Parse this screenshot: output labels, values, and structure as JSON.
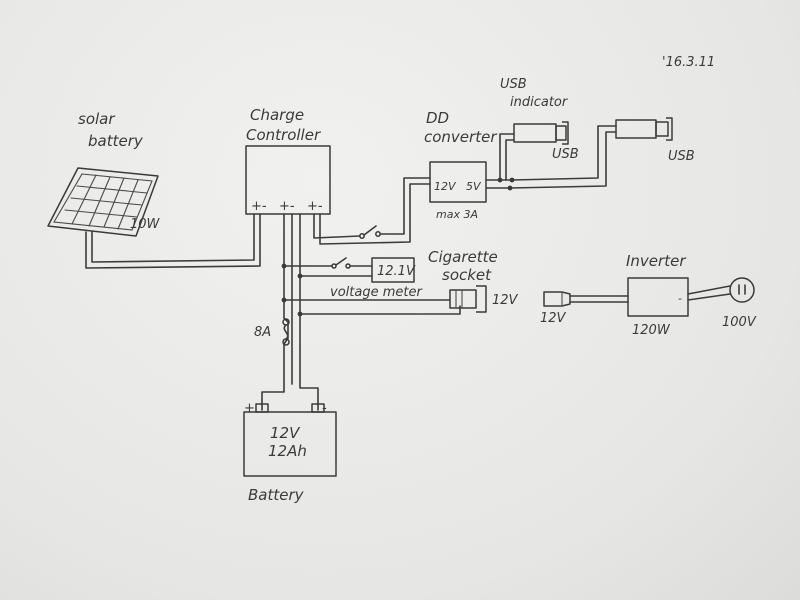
{
  "date": "'16.3.11",
  "solar": {
    "title_line1": "solar",
    "title_line2": "battery",
    "rating": "10W"
  },
  "controller": {
    "title_line1": "Charge",
    "title_line2": "Controller",
    "terminals": [
      "+-",
      "+-",
      "+-"
    ]
  },
  "dd_converter": {
    "title_line1": "DD",
    "title_line2": "converter",
    "in_label": "12V",
    "out_label": "5V",
    "max_label": "max 3A"
  },
  "usb_indicator": {
    "title_line1": "USB",
    "title_line2": "indicator",
    "usb1_label": "USB",
    "usb2_label": "USB"
  },
  "meter": {
    "reading": "12.1V",
    "caption": "voltage meter"
  },
  "cigarette": {
    "title_line1": "Cigarette",
    "title_line2": "socket",
    "voltage": "12V"
  },
  "inverter": {
    "title": "Inverter",
    "in_voltage": "12V",
    "power": "120W",
    "out_voltage": "100V"
  },
  "fuse": {
    "rating": "8A"
  },
  "battery": {
    "voltage": "12V",
    "capacity": "12Ah",
    "caption": "Battery",
    "plus": "+",
    "minus": "-"
  },
  "colors": {
    "ink": "#3a3a3a",
    "paper": "#e9e9e7"
  }
}
